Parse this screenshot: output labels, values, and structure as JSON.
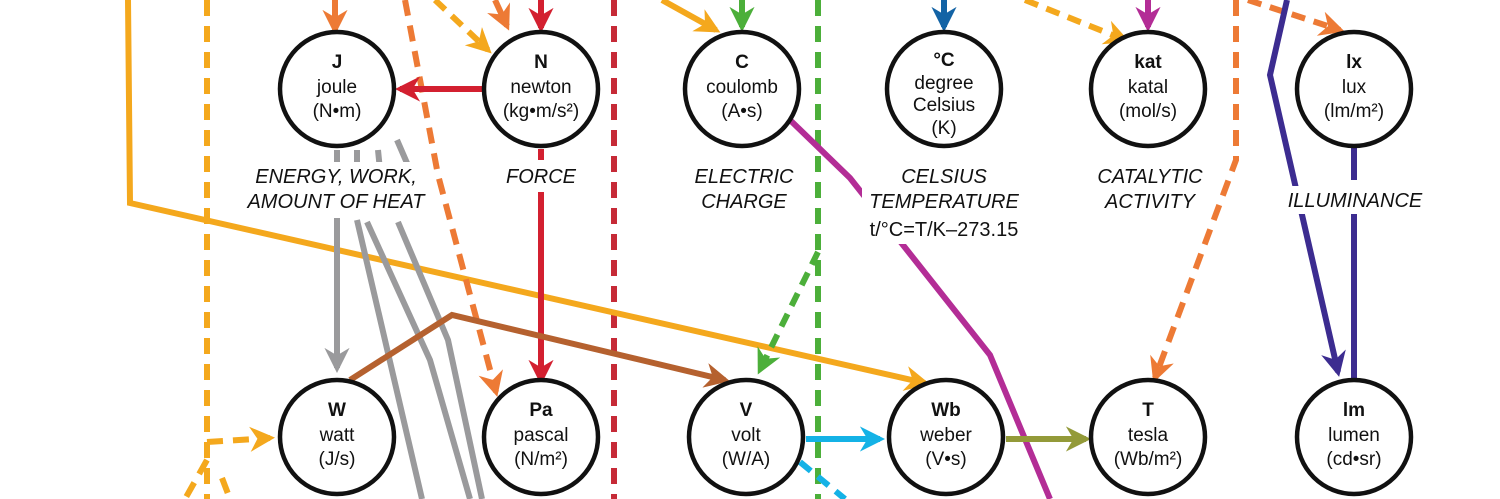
{
  "colors": {
    "orange": "#F4A81D",
    "lightorange": "#ED7A35",
    "red": "#D32030",
    "green": "#4CAF3A",
    "blue": "#1363A5",
    "magenta": "#B32D96",
    "gray": "#9A9A9C",
    "brown": "#B5612F",
    "cyan": "#14B2E6",
    "olive": "#939A39",
    "purple": "#3C2C90",
    "darkred": "#C62A37"
  },
  "nodes": [
    {
      "id": "joule",
      "symbol": "J",
      "name": "joule",
      "unit": "(N•m)"
    },
    {
      "id": "newton",
      "symbol": "N",
      "name": "newton",
      "unit": "(kg•m/s²)"
    },
    {
      "id": "coulomb",
      "symbol": "C",
      "name": "coulomb",
      "unit": "(A•s)"
    },
    {
      "id": "celsius",
      "symbol": "°C",
      "name": "degree",
      "name2": "Celsius",
      "unit": "(K)"
    },
    {
      "id": "katal",
      "symbol": "kat",
      "name": "katal",
      "unit": "(mol/s)"
    },
    {
      "id": "lux",
      "symbol": "lx",
      "name": "lux",
      "unit": "(lm/m²)"
    },
    {
      "id": "watt",
      "symbol": "W",
      "name": "watt",
      "unit": "(J/s)"
    },
    {
      "id": "pascal",
      "symbol": "Pa",
      "name": "pascal",
      "unit": "(N/m²)"
    },
    {
      "id": "volt",
      "symbol": "V",
      "name": "volt",
      "unit": "(W/A)"
    },
    {
      "id": "weber",
      "symbol": "Wb",
      "name": "weber",
      "unit": "(V•s)"
    },
    {
      "id": "tesla",
      "symbol": "T",
      "name": "tesla",
      "unit": "(Wb/m²)"
    },
    {
      "id": "lumen",
      "symbol": "lm",
      "name": "lumen",
      "unit": "(cd•sr)"
    }
  ],
  "captions": {
    "energy": [
      "ENERGY, WORK,",
      "AMOUNT OF HEAT"
    ],
    "force": [
      "FORCE"
    ],
    "charge": [
      "ELECTRIC",
      "CHARGE"
    ],
    "celsius": [
      "CELSIUS",
      "TEMPERATURE"
    ],
    "celsius_formula": "t/°C=T/K–273.15",
    "catalytic": [
      "CATALYTIC",
      "ACTIVITY"
    ],
    "illuminance": [
      "ILLUMINANCE"
    ]
  }
}
